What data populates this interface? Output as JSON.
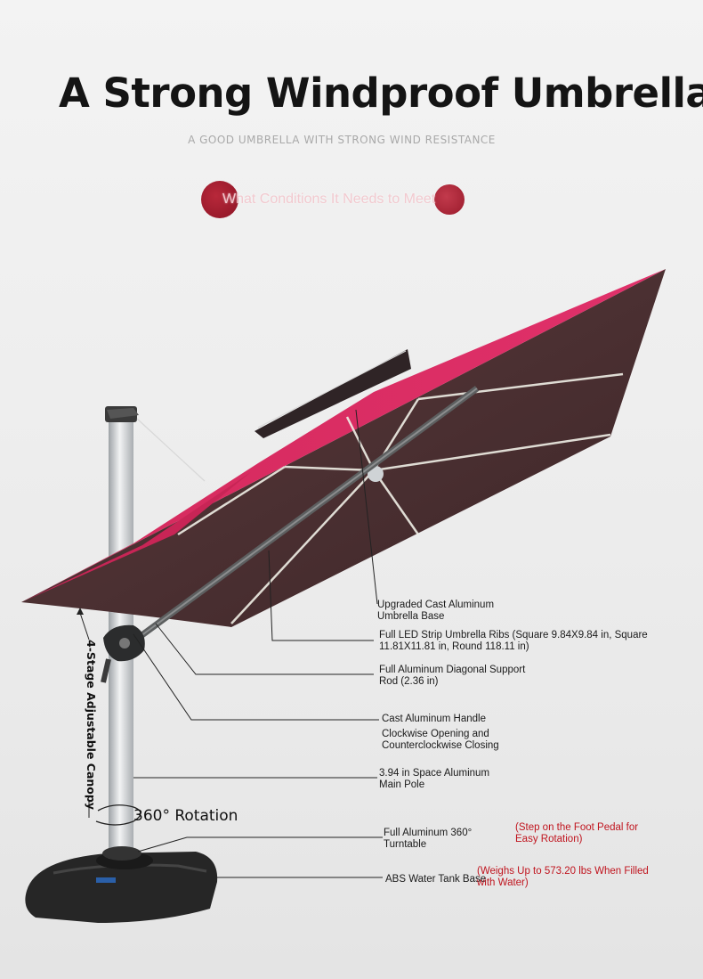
{
  "header": {
    "title": "A Strong Windproof Umbrella",
    "subtitle": "A GOOD UMBRELLA WITH STRONG WIND RESISTANCE",
    "pill_text": "What Conditions It Needs to Meet"
  },
  "colors": {
    "canopy_top": "#d6295f",
    "canopy_under": "#4a2e30",
    "accent_red": "#9a1b2c",
    "note_red": "#c0141e",
    "pole": "#d5d8db",
    "base": "#2b2b2b"
  },
  "labels": {
    "cast_base": [
      "Upgraded Cast Aluminum",
      "Umbrella Base"
    ],
    "led_ribs": [
      "Full LED Strip Umbrella Ribs (Square 9.84X9.84 in, Square",
      "11.81X11.81 in, Round 118.11 in)"
    ],
    "diagonal_rod": [
      "Full Aluminum Diagonal Support",
      "Rod (2.36 in)"
    ],
    "handle": "Cast Aluminum Handle",
    "handle_note": [
      "Clockwise Opening and",
      "Counterclockwise Closing"
    ],
    "main_pole": [
      "3.94 in Space Aluminum",
      "Main Pole"
    ],
    "turntable": [
      "Full Aluminum 360°",
      "Turntable"
    ],
    "turntable_note": [
      "(Step on the Foot Pedal for",
      "Easy Rotation)"
    ],
    "water_base": "ABS Water Tank Base",
    "water_note": [
      "(Weighs Up to 573.20 lbs When Filled",
      "with Water)"
    ],
    "rotation": "360° Rotation",
    "canopy_adjust": "4-Stage Adjustable Canopy"
  },
  "icons": {
    "pill_dots": "red-circle-icon"
  }
}
